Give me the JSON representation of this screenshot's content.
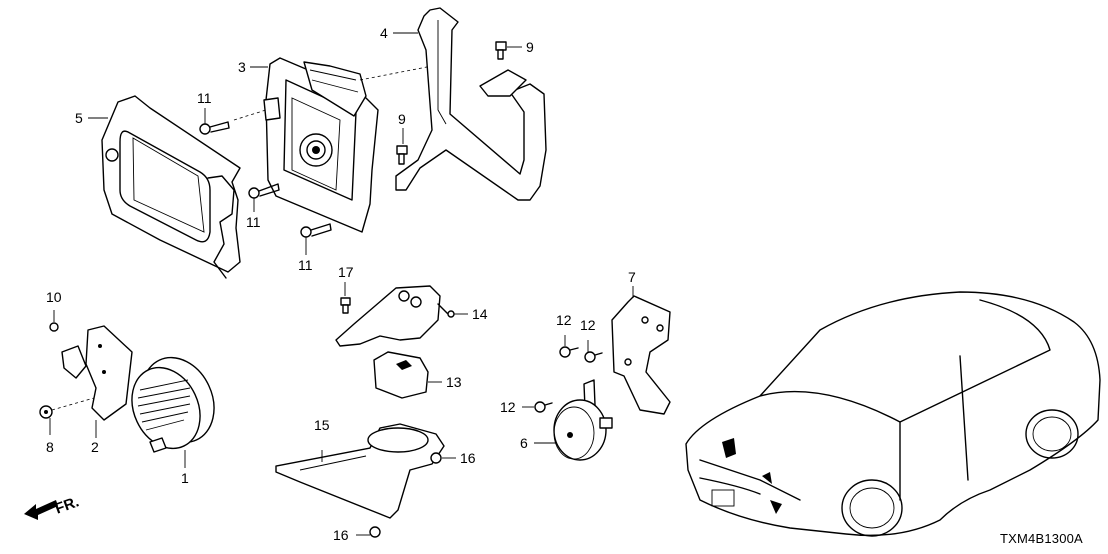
{
  "diagram": {
    "code": "TXM4B1300A",
    "direction_marker": "FR.",
    "callouts": [
      {
        "id": "1",
        "part": "speaker-unit"
      },
      {
        "id": "2",
        "part": "speaker-bracket"
      },
      {
        "id": "3",
        "part": "control-unit"
      },
      {
        "id": "4",
        "part": "unit-bracket"
      },
      {
        "id": "5",
        "part": "unit-housing"
      },
      {
        "id": "6",
        "part": "horn"
      },
      {
        "id": "7",
        "part": "horn-bracket"
      },
      {
        "id": "8",
        "part": "bolt"
      },
      {
        "id": "9",
        "part": "bolt"
      },
      {
        "id": "10",
        "part": "bolt"
      },
      {
        "id": "11",
        "part": "flange-bolt"
      },
      {
        "id": "12",
        "part": "flange-bolt"
      },
      {
        "id": "13",
        "part": "sensor-unit"
      },
      {
        "id": "14",
        "part": "clip"
      },
      {
        "id": "15",
        "part": "sensor-bracket"
      },
      {
        "id": "16",
        "part": "grommet"
      },
      {
        "id": "17",
        "part": "bolt"
      }
    ]
  },
  "labels": {
    "l1": "1",
    "l2": "2",
    "l3": "3",
    "l4": "4",
    "l5": "5",
    "l6": "6",
    "l7": "7",
    "l8": "8",
    "l9a": "9",
    "l9b": "9",
    "l10": "10",
    "l11a": "11",
    "l11b": "11",
    "l11c": "11",
    "l12a": "12",
    "l12b": "12",
    "l12c": "12",
    "l13": "13",
    "l14": "14",
    "l15": "15",
    "l16a": "16",
    "l16b": "16",
    "l17": "17"
  }
}
